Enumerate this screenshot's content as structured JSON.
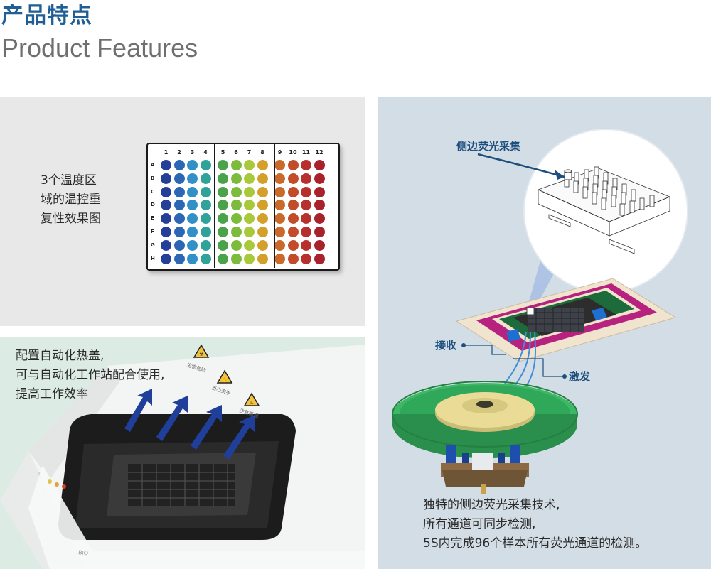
{
  "header": {
    "title_cn": "产品特点",
    "title_en": "Product Features"
  },
  "panel_temperature": {
    "caption": [
      "3个温度区",
      "域的温控重",
      "复性效果图"
    ],
    "plate": {
      "columns": [
        "1",
        "2",
        "3",
        "4",
        "5",
        "6",
        "7",
        "8",
        "9",
        "10",
        "11",
        "12"
      ],
      "rows": [
        "A",
        "B",
        "C",
        "D",
        "E",
        "F",
        "G",
        "H"
      ],
      "zone_colors": [
        [
          "#233f98",
          "#2b67b4",
          "#3290c8",
          "#2fa39a"
        ],
        [
          "#4aa24b",
          "#7dbb3c",
          "#a9c93a",
          "#d3a12b"
        ],
        [
          "#c96a2a",
          "#c24c2a",
          "#b8302e",
          "#a8222e"
        ]
      ]
    }
  },
  "panel_lid": {
    "caption": [
      "配置自动化热盖,",
      "可与自动化工作站配合使用,",
      "提高工作效率"
    ],
    "warning_labels": [
      "生物危险",
      "当心夹手",
      "注意高温"
    ]
  },
  "panel_fluorescence": {
    "label_side": "侧边荧光采集",
    "label_receive": "接收",
    "label_excite": "激发",
    "caption": [
      "独特的侧边荧光采集技术,",
      "所有通道可同步检测,",
      "5S内完成96个样本所有荧光通道的检测。"
    ]
  }
}
